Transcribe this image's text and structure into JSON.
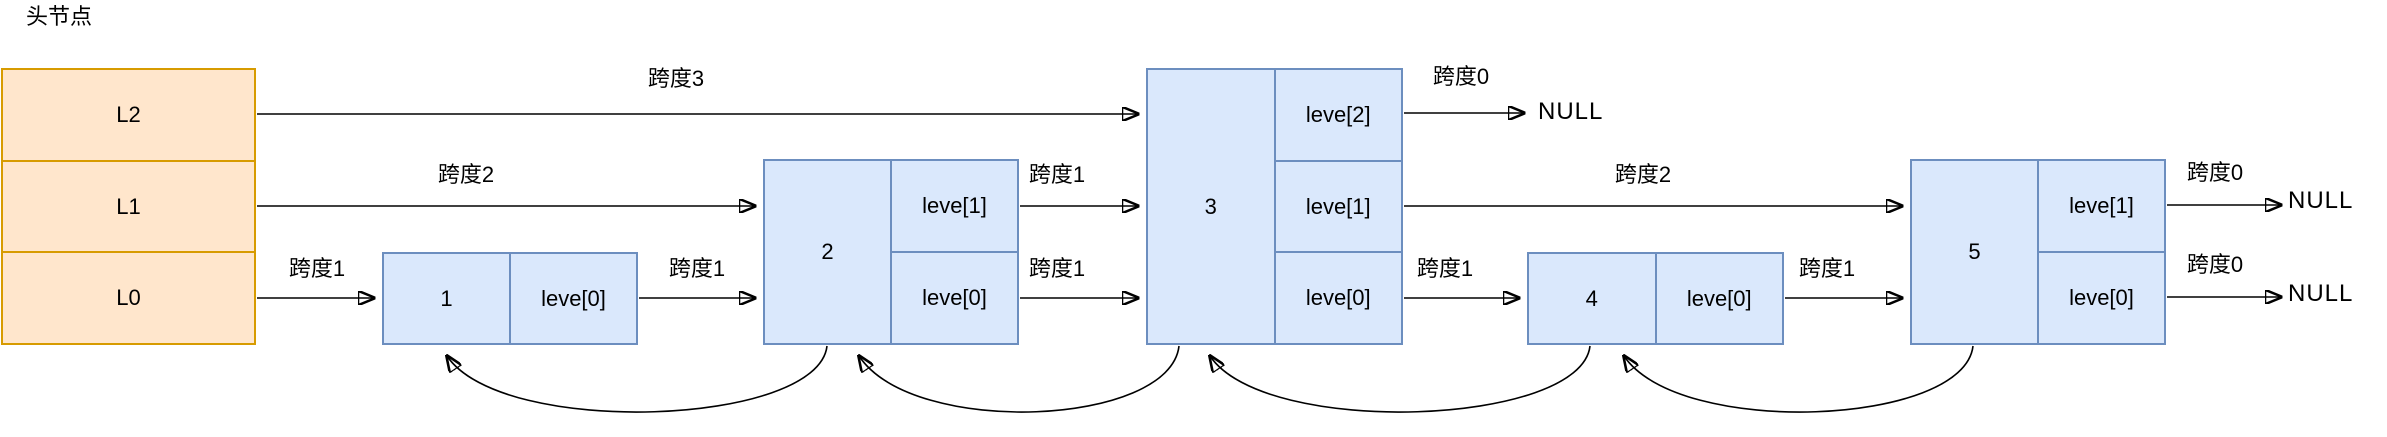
{
  "title": "头节点",
  "null_label": "NULL",
  "colors": {
    "head_fill": "#FFE6CC",
    "head_stroke": "#D79B00",
    "node_fill": "#DAE8FC",
    "node_stroke": "#6C8EBF",
    "arrow": "#000000"
  },
  "head": {
    "levels": [
      {
        "label": "L2"
      },
      {
        "label": "L1"
      },
      {
        "label": "L0"
      }
    ]
  },
  "nodes": [
    {
      "value": "1",
      "levels": [
        "leve[0]"
      ]
    },
    {
      "value": "2",
      "levels": [
        "leve[1]",
        "leve[0]"
      ]
    },
    {
      "value": "3",
      "levels": [
        "leve[2]",
        "leve[1]",
        "leve[0]"
      ]
    },
    {
      "value": "4",
      "levels": [
        "leve[0]"
      ]
    },
    {
      "value": "5",
      "levels": [
        "leve[1]",
        "leve[0]"
      ]
    }
  ],
  "spans": {
    "head_l2_to_3": "跨度3",
    "head_l1_to_2": "跨度2",
    "head_l0_to_1": "跨度1",
    "n1_to_2": "跨度1",
    "n2_lev1_to_3": "跨度1",
    "n2_lev0_to_3": "跨度1",
    "n3_lev2_to_null": "跨度0",
    "n3_lev1_to_5": "跨度2",
    "n3_lev0_to_4": "跨度1",
    "n4_to_5": "跨度1",
    "n5_lev1_to_null": "跨度0",
    "n5_lev0_to_null": "跨度0"
  }
}
